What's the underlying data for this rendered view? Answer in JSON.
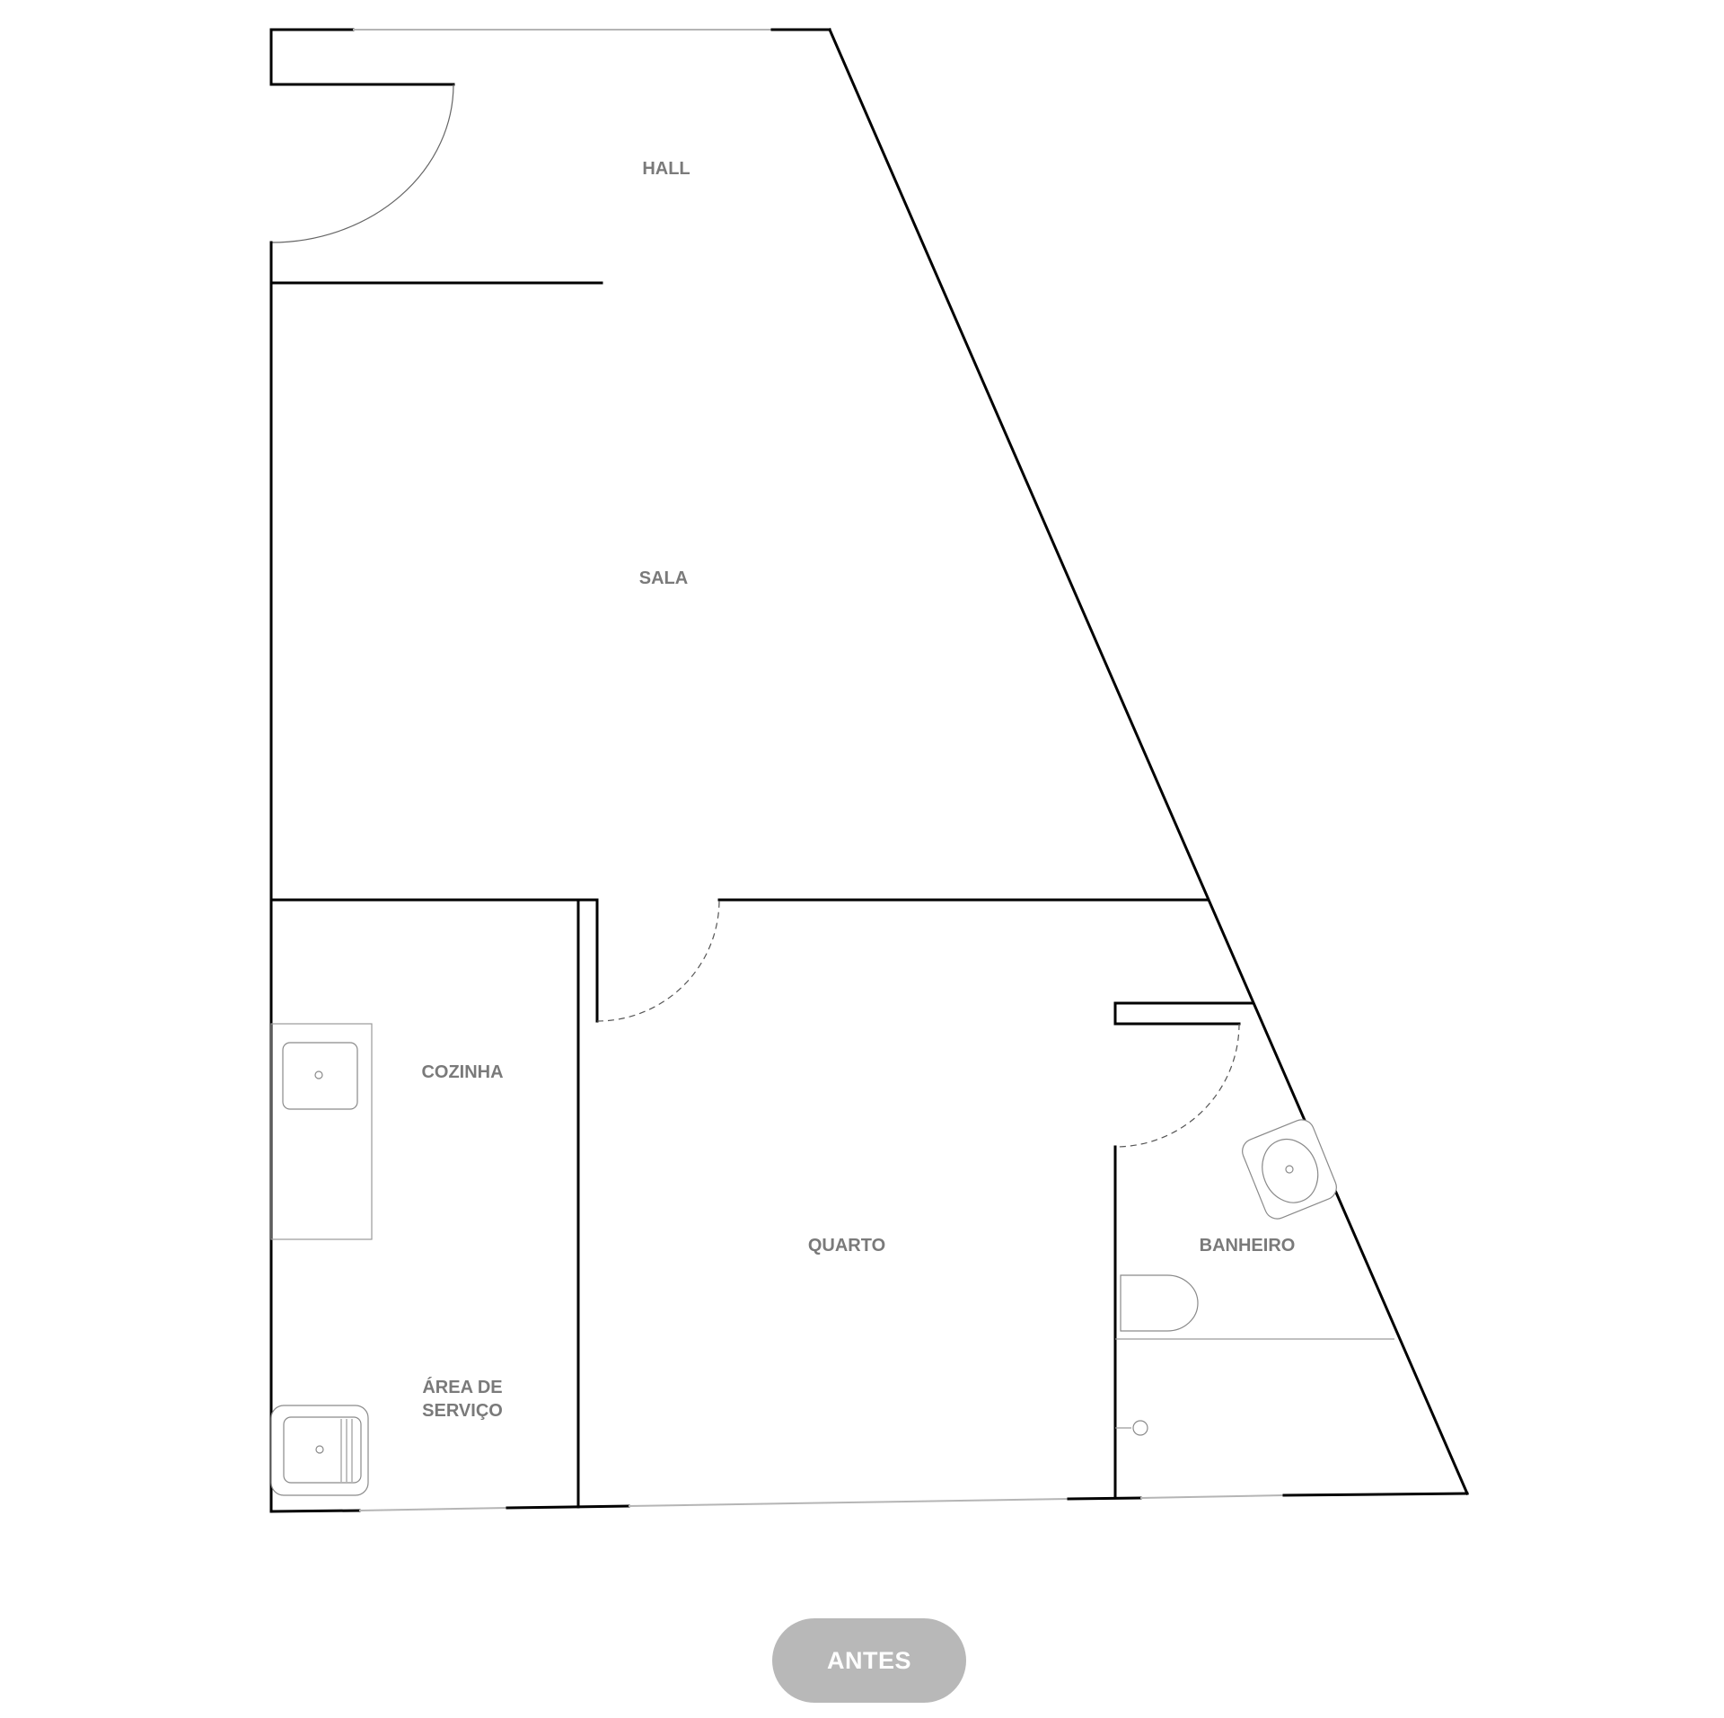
{
  "rooms": {
    "hall": "HALL",
    "sala": "SALA",
    "cozinha": "COZINHA",
    "area_servico_line1": "ÁREA DE",
    "area_servico_line2": "SERVIÇO",
    "quarto": "QUARTO",
    "banheiro": "BANHEIRO"
  },
  "badge": {
    "label": "ANTES"
  },
  "colors": {
    "walls": "#000000",
    "labels": "#7a7a7a",
    "badge_bg": "#b8b8b8",
    "badge_text": "#ffffff"
  }
}
